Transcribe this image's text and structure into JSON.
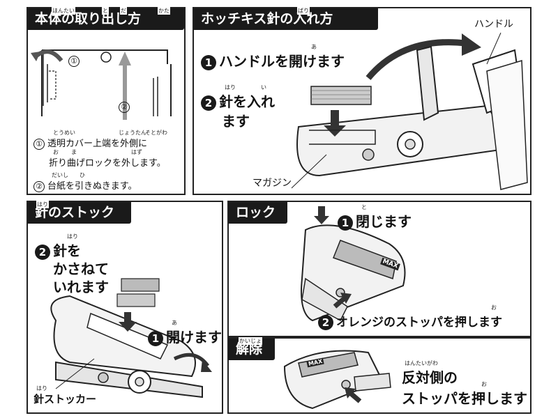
{
  "panel1": {
    "title": "本体の取り出し方",
    "title_ruby": [
      "ほんたい",
      "と",
      "だ",
      "かた"
    ],
    "diagram_marks": [
      "①",
      "②"
    ],
    "steps": [
      {
        "num": "①",
        "line1": "透明カバー上端を外側に",
        "line2": "折り曲げロックを外します。",
        "ruby1": [
          "とうめい",
          "じょうたん",
          "そとがわ"
        ],
        "ruby2": [
          "お",
          "ま",
          "はず"
        ]
      },
      {
        "num": "②",
        "line1": "台紙を引きぬきます。",
        "ruby1": [
          "だいし",
          "ひ"
        ]
      }
    ]
  },
  "panel2": {
    "title": "ホッチキス針の入れ方",
    "title_ruby": "ばり",
    "handle_label": "ハンドル",
    "magazine_label": "マガジン",
    "step1": {
      "num": "1",
      "text": "ハンドルを開けます",
      "ruby": "あ"
    },
    "step2": {
      "num": "2",
      "line1": "針を入れ",
      "line2": "ます",
      "ruby": [
        "はり",
        "い"
      ]
    }
  },
  "panel3": {
    "title": "針のストック",
    "title_ruby": "はり",
    "step2": {
      "num": "2",
      "line1": "針を",
      "line2": "かさねて",
      "line3": "いれます",
      "ruby": "はり"
    },
    "step1": {
      "num": "1",
      "text": "開けます",
      "ruby": "あ"
    },
    "stocker_label": "針ストッカー",
    "stocker_ruby": "はり"
  },
  "panel4": {
    "title": "ロック",
    "step1": {
      "num": "1",
      "text": "閉じます",
      "ruby": "と"
    },
    "step2": {
      "num": "2",
      "text": "オレンジのストッパを押します",
      "ruby": "お"
    },
    "brand": "MAX"
  },
  "panel5": {
    "title": "解除",
    "title_ruby": "かいじょ",
    "line1": "反対側の",
    "line2": "ストッパを押します",
    "ruby1": "はんたいがわ",
    "ruby2": "お",
    "brand": "MAX"
  }
}
